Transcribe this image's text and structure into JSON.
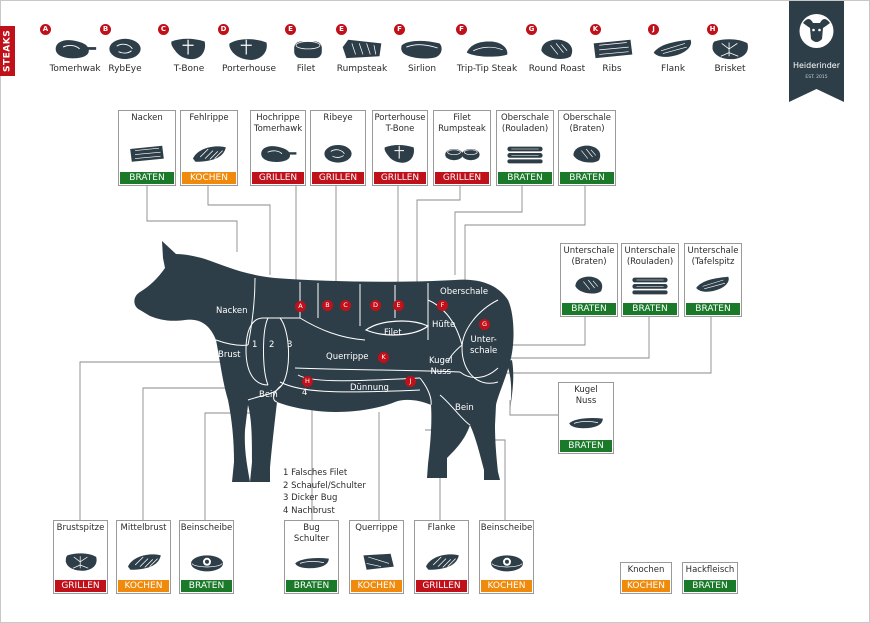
{
  "side_tab": "STEAKS",
  "brand": {
    "name": "Heiderinder",
    "est": "EST. 2015"
  },
  "steaks": [
    {
      "letter": "A",
      "name": "Tomerhwak"
    },
    {
      "letter": "B",
      "name": "RybEye"
    },
    {
      "letter": "C",
      "name": "T-Bone"
    },
    {
      "letter": "D",
      "name": "Porterhouse"
    },
    {
      "letter": "E",
      "name": "Filet"
    },
    {
      "letter": "E",
      "name": "Rumpsteak"
    },
    {
      "letter": "F",
      "name": "Sirlion"
    },
    {
      "letter": "F",
      "name": "Trip-Tip Steak"
    },
    {
      "letter": "G",
      "name": "Round Roast"
    },
    {
      "letter": "K",
      "name": "Ribs"
    },
    {
      "letter": "J",
      "name": "Flank"
    },
    {
      "letter": "H",
      "name": "Brisket"
    }
  ],
  "cut_boxes": [
    {
      "title": "Nacken",
      "method": "BRATEN"
    },
    {
      "title": "Fehlrippe",
      "method": "KOCHEN"
    },
    {
      "title": "Hochrippe\nTomerhawk",
      "method": "GRILLEN"
    },
    {
      "title": "Ribeye",
      "method": "GRILLEN"
    },
    {
      "title": "Porterhouse\nT-Bone",
      "method": "GRILLEN"
    },
    {
      "title": "Filet\nRumpsteak",
      "method": "GRILLEN"
    },
    {
      "title": "Oberschale\n(Rouladen)",
      "method": "BRATEN"
    },
    {
      "title": "Oberschale\n(Braten)",
      "method": "BRATEN"
    },
    {
      "title": "Unterschale\n(Braten)",
      "method": "BRATEN"
    },
    {
      "title": "Unterschale\n(Rouladen)",
      "method": "BRATEN"
    },
    {
      "title": "Unterschale\n(Tafelspitz",
      "method": "BRATEN"
    },
    {
      "title": "Kugel\nNuss",
      "method": "BRATEN"
    },
    {
      "title": "Brustspitze",
      "method": "GRILLEN"
    },
    {
      "title": "Mittelbrust",
      "method": "KOCHEN"
    },
    {
      "title": "Beinscheibe",
      "method": "BRATEN"
    },
    {
      "title": "Bug\nSchulter",
      "method": "BRATEN"
    },
    {
      "title": "Querrippe",
      "method": "KOCHEN"
    },
    {
      "title": "Flanke",
      "method": "GRILLEN"
    },
    {
      "title": "Beinscheibe",
      "method": "KOCHEN"
    },
    {
      "title": "Knochen",
      "method": "KOCHEN"
    },
    {
      "title": "Hackfleisch",
      "method": "BRATEN"
    }
  ],
  "cow_regions": {
    "nacken": "Nacken",
    "brust": "Brust",
    "num1": "1",
    "num2": "2",
    "num3": "3",
    "num4": "4",
    "bein_front": "Bein",
    "querrippe": "Querrippe",
    "duennung": "Dünnung",
    "filet": "Filet",
    "oberschale": "Oberschale",
    "huefte": "Hüfte",
    "unterschale": "Unter-\nschale",
    "kugel_nuss": "Kugel\nNuss",
    "bein_back": "Bein"
  },
  "cow_badges": [
    "A",
    "B",
    "C",
    "D",
    "E",
    "F",
    "G",
    "K",
    "H",
    "J"
  ],
  "shoulder_legend": [
    "1 Falsches Filet",
    "2 Schaufel/Schulter",
    "3 Dicker Bug",
    "4 Nachbrust"
  ],
  "colors": {
    "braten": "#1a7a2a",
    "kochen": "#f08a0c",
    "grillen": "#c0101a",
    "cow": "#2e3e48",
    "badge": "#c0101a"
  }
}
